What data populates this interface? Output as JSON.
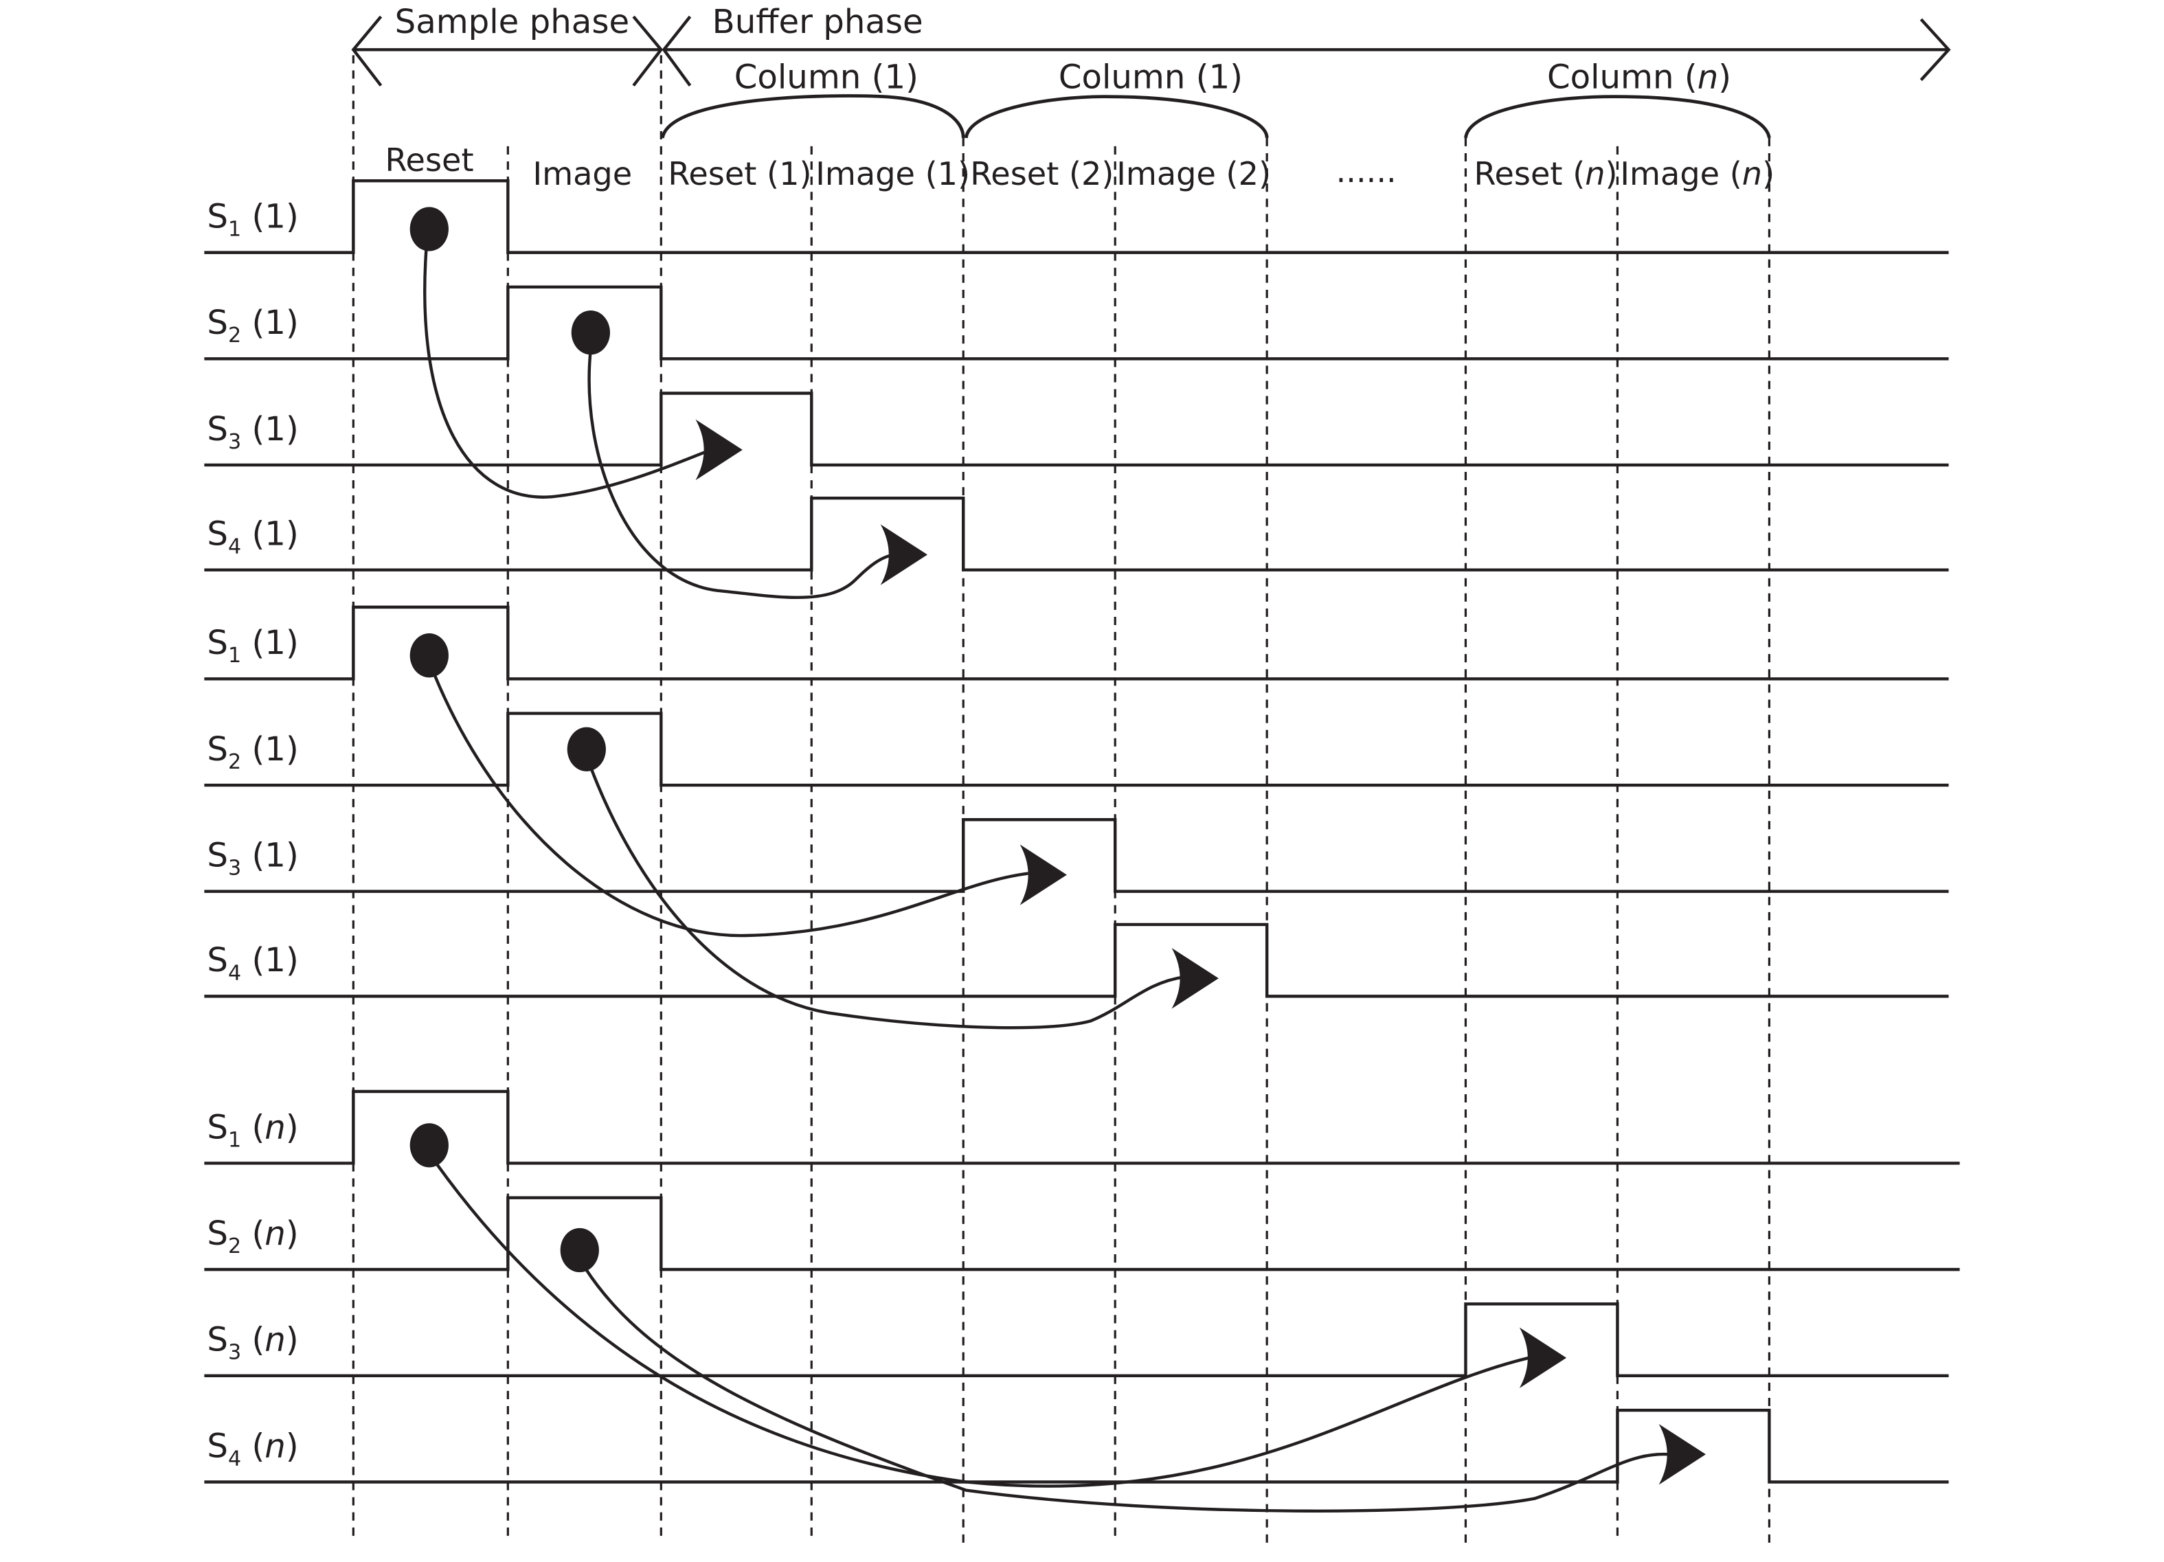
{
  "colors": {
    "ink": "#231f20",
    "background": "#ffffff"
  },
  "phases": {
    "sample": "Sample phase",
    "buffer": "Buffer phase"
  },
  "column_groups": [
    {
      "label": "Column (",
      "index": "1",
      "index_italic": false
    },
    {
      "label": "Column (",
      "index": "1",
      "index_italic": false
    },
    {
      "label": "Column (",
      "index": "n",
      "index_italic": true
    }
  ],
  "slot_labels": [
    {
      "text": "Reset",
      "index": "",
      "italic": false
    },
    {
      "text": "Image",
      "index": "",
      "italic": false
    },
    {
      "text": "Reset (",
      "index": "1",
      "italic": false
    },
    {
      "text": "Image (",
      "index": "1",
      "italic": false
    },
    {
      "text": "Reset (",
      "index": "2",
      "italic": false
    },
    {
      "text": "Image (",
      "index": "2",
      "italic": false
    },
    {
      "text": "Reset (",
      "index": "n",
      "italic": true
    },
    {
      "text": "Image (",
      "index": "n",
      "italic": true
    }
  ],
  "ellipsis": "......",
  "signal_groups": [
    {
      "column": "1",
      "italic": false,
      "signals": [
        {
          "name": "S",
          "sub": "1",
          "high_slot": "Reset"
        },
        {
          "name": "S",
          "sub": "2",
          "high_slot": "Image"
        },
        {
          "name": "S",
          "sub": "3",
          "high_slot": "Reset (1)"
        },
        {
          "name": "S",
          "sub": "4",
          "high_slot": "Image (1)"
        }
      ]
    },
    {
      "column": "1",
      "italic": false,
      "signals": [
        {
          "name": "S",
          "sub": "1",
          "high_slot": "Reset"
        },
        {
          "name": "S",
          "sub": "2",
          "high_slot": "Image"
        },
        {
          "name": "S",
          "sub": "3",
          "high_slot": "Reset (2)"
        },
        {
          "name": "S",
          "sub": "4",
          "high_slot": "Image (2)"
        }
      ]
    },
    {
      "column": "n",
      "italic": true,
      "signals": [
        {
          "name": "S",
          "sub": "1",
          "high_slot": "Reset"
        },
        {
          "name": "S",
          "sub": "2",
          "high_slot": "Image"
        },
        {
          "name": "S",
          "sub": "3",
          "high_slot": "Reset (n)"
        },
        {
          "name": "S",
          "sub": "4",
          "high_slot": "Image (n)"
        }
      ]
    }
  ],
  "transfers": [
    {
      "from": "S1(1) Reset",
      "to": "S3(1) Reset (1)"
    },
    {
      "from": "S2(1) Image",
      "to": "S4(1) Image (1)"
    },
    {
      "from": "S1(1) Reset",
      "to": "S3(1) Reset (2)"
    },
    {
      "from": "S2(1) Image",
      "to": "S4(1) Image (2)"
    },
    {
      "from": "S1(n) Reset",
      "to": "S3(n) Reset (n)"
    },
    {
      "from": "S2(n) Image",
      "to": "S4(n) Image (n)"
    }
  ]
}
